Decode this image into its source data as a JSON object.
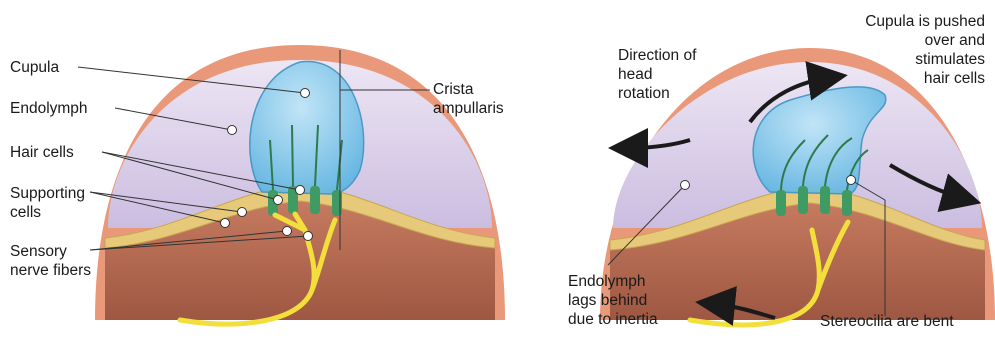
{
  "left_panel": {
    "labels": {
      "cupula": "Cupula",
      "endolymph": "Endolymph",
      "hair_cells": "Hair cells",
      "supporting_cells": "Supporting\ncells",
      "sensory_nerve_fibers": "Sensory\nnerve fibers",
      "crista_ampullaris": "Crista\nampullaris"
    }
  },
  "right_panel": {
    "labels": {
      "direction_of_head_rotation": "Direction of\nhead\nrotation",
      "cupula_pushed": "Cupula is pushed\nover and\nstimulates\nhair cells",
      "endolymph_lags": "Endolymph\nlags behind\ndue to inertia",
      "stereocilia_bent": "Stereocilia are bent"
    }
  },
  "colors": {
    "duct_wall": "#e9987a",
    "endolymph": "#d6cbe6",
    "cupula": "#7cc6ea",
    "tissue": "#b46a52",
    "epithelium": "#e6c979",
    "hair_cell": "#3f9a63",
    "nerve": "#f2df3c",
    "arrow": "#1a1a1a"
  }
}
